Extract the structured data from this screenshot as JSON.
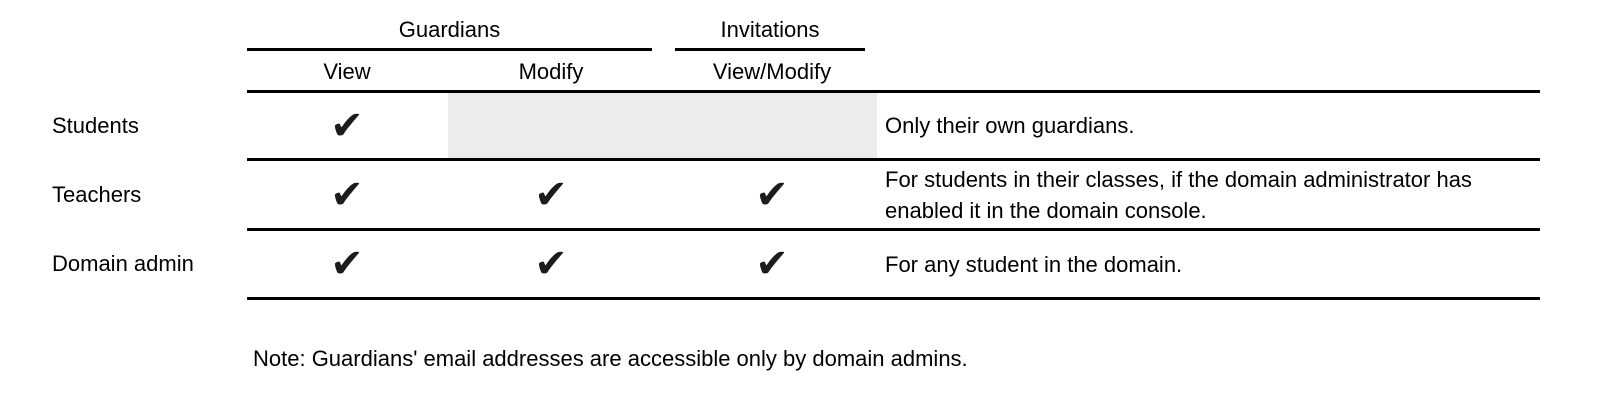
{
  "colors": {
    "background": "#ffffff",
    "text": "#000000",
    "rule": "#000000",
    "disabled_cell_bg": "#ececec",
    "check": "#1c1c1c"
  },
  "table": {
    "column_groups": [
      {
        "label": "Guardians"
      },
      {
        "label": "Invitations"
      }
    ],
    "sub_columns": [
      {
        "label": "View"
      },
      {
        "label": "Modify"
      },
      {
        "label": "View/Modify"
      }
    ],
    "check_glyph": "✔",
    "rows": [
      {
        "label": "Students",
        "cells": [
          "✔",
          "",
          ""
        ],
        "disabled_cells": [
          "Modify",
          "View/Modify"
        ],
        "note": "Only their own guardians."
      },
      {
        "label": "Teachers",
        "cells": [
          "✔",
          "✔",
          "✔"
        ],
        "disabled_cells": [],
        "note": "For students in their classes, if the domain administrator has enabled it in the domain console."
      },
      {
        "label": "Domain admin",
        "cells": [
          "✔",
          "✔",
          "✔"
        ],
        "disabled_cells": [],
        "note": "For any student in the domain."
      }
    ]
  },
  "footnote": "Note: Guardians' email addresses are accessible only by domain admins."
}
